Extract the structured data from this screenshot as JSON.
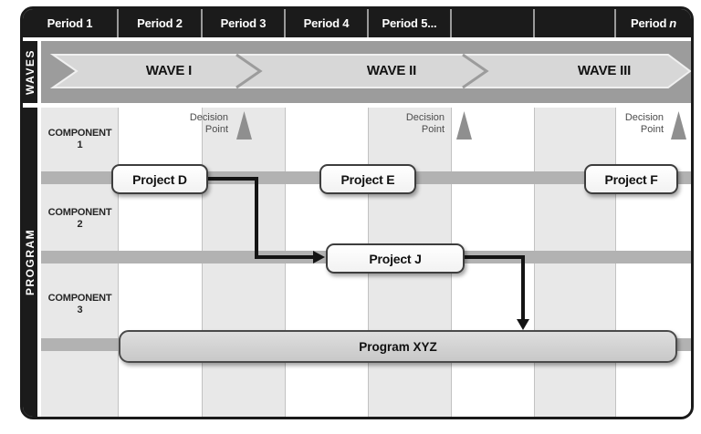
{
  "header": {
    "cells": [
      {
        "label": "Period 1",
        "italic": ""
      },
      {
        "label": "Period 2",
        "italic": ""
      },
      {
        "label": "Period 3",
        "italic": ""
      },
      {
        "label": "Period 4",
        "italic": ""
      },
      {
        "label": "Period 5...",
        "italic": ""
      },
      {
        "label": "",
        "italic": ""
      },
      {
        "label": "",
        "italic": ""
      },
      {
        "label": "Period",
        "italic": "n"
      }
    ]
  },
  "sidebar": {
    "waves_label": "WAVES",
    "program_label": "PROGRAM"
  },
  "waves": {
    "items": [
      {
        "label": "WAVE I"
      },
      {
        "label": "WAVE II"
      },
      {
        "label": "WAVE III"
      }
    ]
  },
  "program": {
    "components": [
      {
        "line1": "COMPONENT",
        "line2": "1"
      },
      {
        "line1": "COMPONENT",
        "line2": "2"
      },
      {
        "line1": "COMPONENT",
        "line2": "3"
      }
    ],
    "decision_points": [
      {
        "line1": "Decision",
        "line2": "Point"
      },
      {
        "line1": "Decision",
        "line2": "Point"
      },
      {
        "line1": "Decision",
        "line2": "Point"
      }
    ],
    "projects": [
      {
        "label": "Project D"
      },
      {
        "label": "Project E"
      },
      {
        "label": "Project F"
      },
      {
        "label": "Project J"
      }
    ],
    "program_bar": {
      "label": "Program XYZ"
    }
  },
  "colors": {
    "header_bg": "#1b1b1b",
    "band_bg": "#9c9c9c",
    "chevron_fill": "#d7d7d7",
    "stripe_gray": "#e8e8e8",
    "lane_gray": "#b2b2b2",
    "program_bar_fill": "#d3d3d3",
    "arrow": "#141414",
    "decision_triangle": "#8f8f8f"
  }
}
